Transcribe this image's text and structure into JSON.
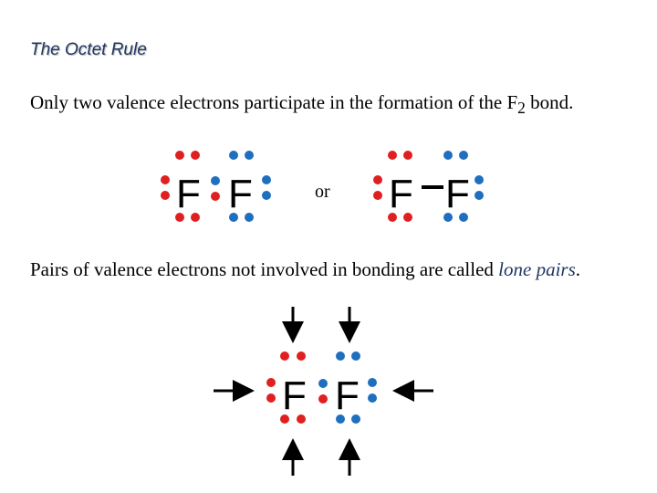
{
  "title": "The Octet Rule",
  "paragraph1": {
    "text": "Only two valence electrons participate in the formation of the F",
    "subscript": "2",
    "text_end": " bond."
  },
  "paragraph2": {
    "text": "Pairs of valence electrons not involved in bonding are called ",
    "term": "lone pairs",
    "text_end": "."
  },
  "diagram": {
    "atom_symbol": "F",
    "connector": "or",
    "colors": {
      "atom1_electrons": "#e02020",
      "atom2_electrons": "#1f6fbf"
    }
  }
}
